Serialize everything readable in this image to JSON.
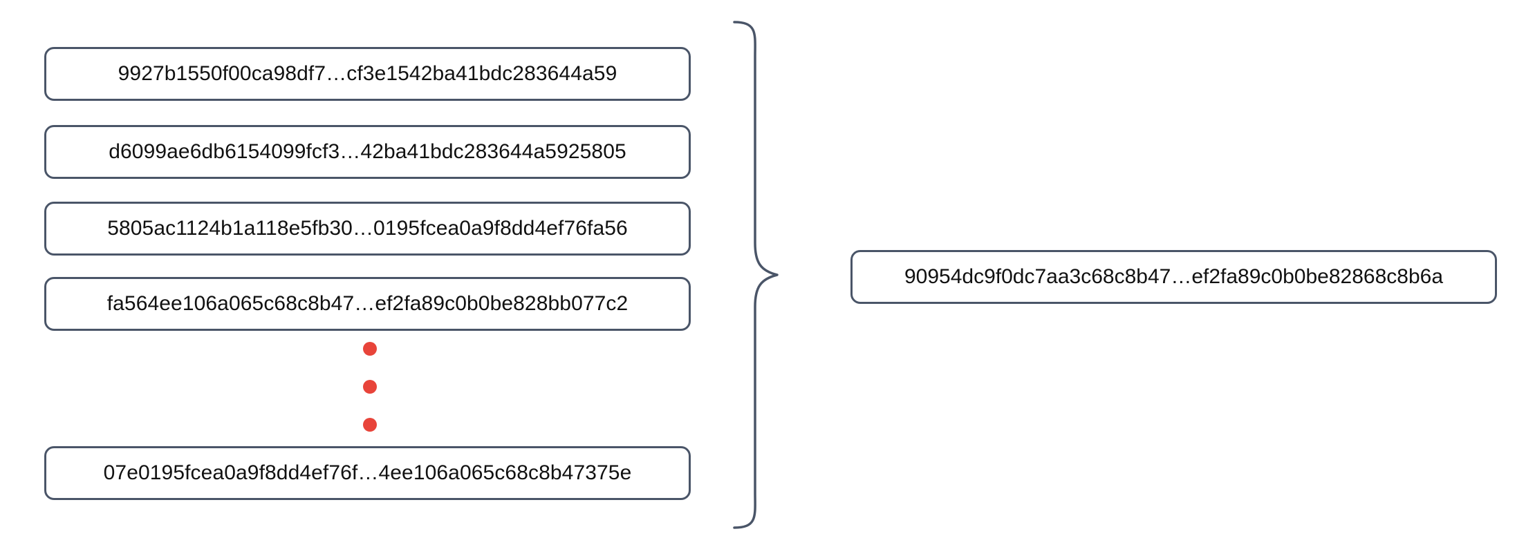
{
  "diagram": {
    "type": "hash-aggregation",
    "stroke_color": "#4a5568",
    "dot_color": "#e8443a",
    "text_color": "#111111",
    "inputs": [
      {
        "label": "9927b1550f00ca98df7…cf3e1542ba41bdc283644a59"
      },
      {
        "label": "d6099ae6db6154099fcf3…42ba41bdc283644a5925805"
      },
      {
        "label": "5805ac1124b1a118e5fb30…0195fcea0a9f8dd4ef76fa56"
      },
      {
        "label": "fa564ee106a065c68c8b47…ef2fa89c0b0be828bb077c2"
      },
      {
        "label": "07e0195fcea0a9f8dd4ef76f…4ee106a065c68c8b47375e"
      }
    ],
    "ellipsis": {
      "name": "vertical-ellipsis",
      "dot_count": 3
    },
    "brace": {
      "name": "curly-brace",
      "orientation": "right-pointing"
    },
    "output": {
      "label": "90954dc9f0dc7aa3c68c8b47…ef2fa89c0b0be82868c8b6a"
    }
  }
}
